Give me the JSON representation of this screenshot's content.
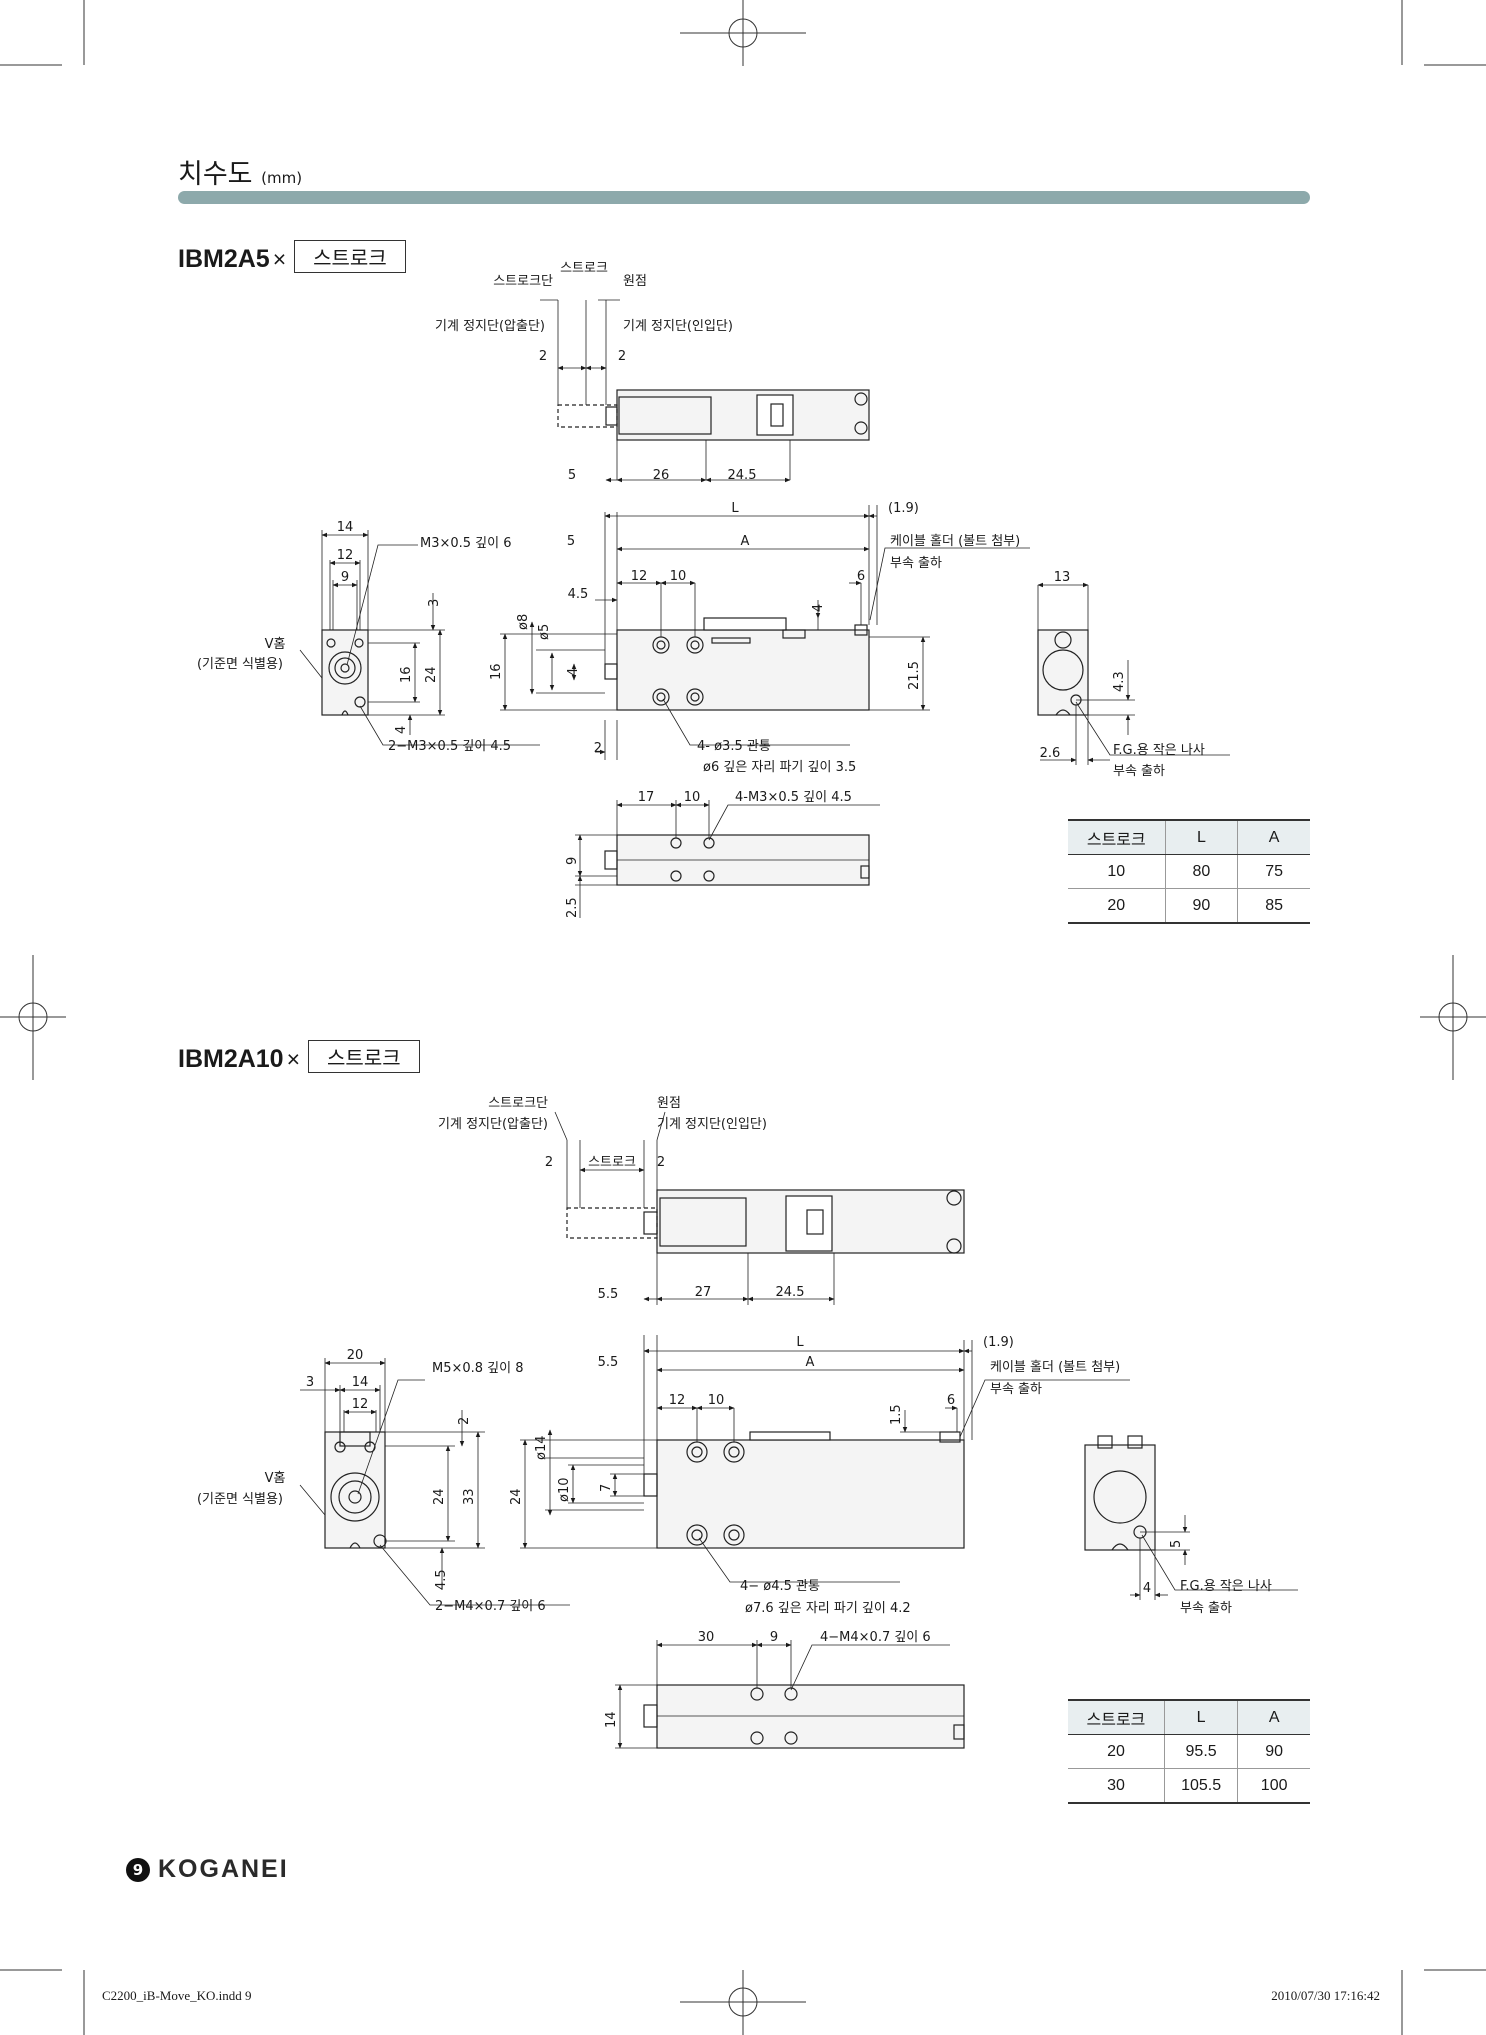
{
  "header": {
    "title": "치수도",
    "unit": "(mm)"
  },
  "models": [
    {
      "name": "IBM2A5",
      "times": "×",
      "stroke_box": "스트로크",
      "labels": {
        "stroke_top": "스트로크",
        "stroke_end": "스트로크단",
        "origin": "원점",
        "mech_stop_out": "기계 정지단(압출단)",
        "mech_stop_in": "기계 정지단(인입단)",
        "dim_2a": "2",
        "dim_2b": "2",
        "dim_5": "5",
        "dim_26": "26",
        "dim_245": "24.5",
        "dim_L": "L",
        "dim_19": "(1.9)",
        "dim_A": "A",
        "dim_14": "14",
        "dim_12": "12",
        "dim_9": "9",
        "m3_depth6": "M3×0.5 깊이 6",
        "v_groove": "V홈",
        "ref_face": "(기준면 식별용)",
        "dim_3": "3",
        "dim_16": "16",
        "dim_24": "24",
        "dim_4": "4",
        "m3_depth45": "2−M3×0.5 깊이 4.5",
        "dim_45": "4.5",
        "dim_12b": "12",
        "dim_10": "10",
        "dim_6": "6",
        "cable_holder": "케이블 홀더 (볼트 첨부)",
        "accessory": "부속 출하",
        "dim_4b": "4",
        "dim_phi8": "ø8",
        "dim_phi5": "ø5",
        "dim_4c": "4",
        "dim_16b": "16",
        "dim_215": "21.5",
        "dim_2c": "2",
        "through_hole": "4- ø3.5 관통",
        "counterbore": "ø6 깊은 자리 파기 깊이 3.5",
        "dim_13": "13",
        "dim_43": "4.3",
        "dim_26b": "2.6",
        "fg_screw": "F.G.용 작은 나사",
        "fg_accessory": "부속 출하",
        "dim_17": "17",
        "dim_10b": "10",
        "bottom_m3": "4-M3×0.5 깊이 4.5",
        "dim_9b": "9",
        "dim_25": "2.5"
      },
      "table": {
        "headers": [
          "스트로크",
          "L",
          "A"
        ],
        "rows": [
          [
            "10",
            "80",
            "75"
          ],
          [
            "20",
            "90",
            "85"
          ]
        ]
      }
    },
    {
      "name": "IBM2A10",
      "times": "×",
      "stroke_box": "스트로크",
      "labels": {
        "stroke_end": "스트로크단",
        "origin": "원점",
        "mech_stop_out": "기계 정지단(압출단)",
        "mech_stop_in": "기계 정지단(인입단)",
        "dim_2a": "2",
        "stroke_mid": "스트로크",
        "dim_2b": "2",
        "dim_55": "5.5",
        "dim_27": "27",
        "dim_245": "24.5",
        "dim_L": "L",
        "dim_19": "(1.9)",
        "dim_A": "A",
        "dim_55b": "5.5",
        "dim_20": "20",
        "dim_3": "3",
        "dim_14": "14",
        "dim_12": "12",
        "m5_depth8": "M5×0.8 깊이 8",
        "v_groove": "V홈",
        "ref_face": "(기준면 식별용)",
        "dim_2": "2",
        "dim_24": "24",
        "dim_33": "33",
        "dim_45": "4.5",
        "m4_depth6": "2−M4×0.7 깊이 6",
        "dim_12b": "12",
        "dim_10": "10",
        "dim_15": "1.5",
        "dim_6": "6",
        "cable_holder": "케이블 홀더 (볼트 첨부)",
        "accessory": "부속 출하",
        "dim_phi14": "ø14",
        "dim_24b": "24",
        "dim_phi10": "ø10",
        "dim_7": "7",
        "through_hole": "4− ø4.5 관통",
        "counterbore": "ø7.6 깊은 자리 파기 깊이 4.2",
        "dim_5": "5",
        "dim_4": "4",
        "fg_screw": "F.G.용 작은 나사",
        "fg_accessory": "부속 출하",
        "dim_30": "30",
        "dim_9": "9",
        "bottom_m4": "4−M4×0.7 깊이 6",
        "dim_14b": "14"
      },
      "table": {
        "headers": [
          "스트로크",
          "L",
          "A"
        ],
        "rows": [
          [
            "20",
            "95.5",
            "90"
          ],
          [
            "30",
            "105.5",
            "100"
          ]
        ]
      }
    }
  ],
  "footer": {
    "page_number": "9",
    "brand": "KOGANEI",
    "file": "C2200_iB-Move_KO.indd   9",
    "timestamp": "2010/07/30   17:16:42"
  }
}
